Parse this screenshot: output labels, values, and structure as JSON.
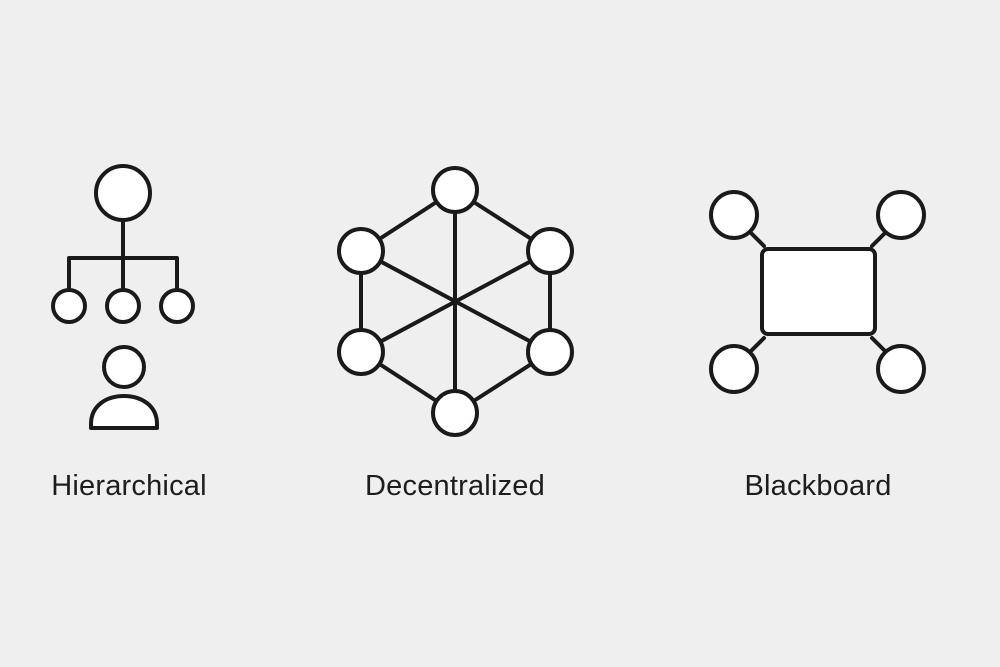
{
  "palette": {
    "background": "#efefef",
    "stroke": "#1a1a1a",
    "fill": "#ffffff"
  },
  "diagrams": [
    {
      "id": "hierarchical",
      "label": "Hierarchical",
      "icons": [
        "org-tree-icon",
        "user-icon"
      ]
    },
    {
      "id": "decentralized",
      "label": "Decentralized",
      "icons": [
        "hexagon-network-icon"
      ]
    },
    {
      "id": "blackboard",
      "label": "Blackboard",
      "icons": [
        "blackboard-hub-icon"
      ]
    }
  ]
}
